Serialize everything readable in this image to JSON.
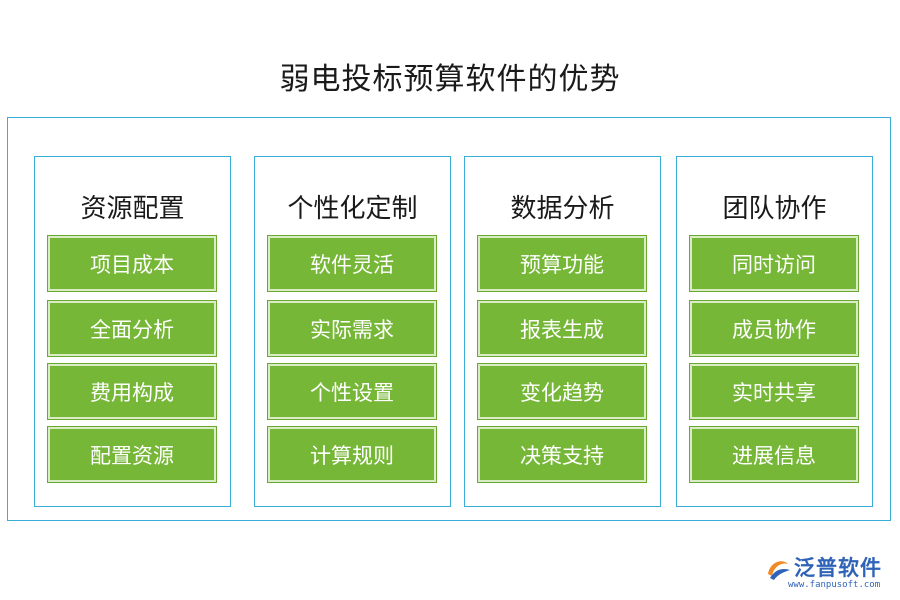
{
  "title": "弱电投标预算软件的优势",
  "colors": {
    "frame_border": "#3aaed8",
    "item_fill": "#76b737",
    "item_text": "#ffffff",
    "heading_text": "#1a1a1a",
    "logo_blue": "#2f63b8",
    "logo_orange": "#f08a24"
  },
  "columns": [
    {
      "heading": "资源配置",
      "items": [
        "项目成本",
        "全面分析",
        "费用构成",
        "配置资源"
      ]
    },
    {
      "heading": "个性化定制",
      "items": [
        "软件灵活",
        "实际需求",
        "个性设置",
        "计算规则"
      ]
    },
    {
      "heading": "数据分析",
      "items": [
        "预算功能",
        "报表生成",
        "变化趋势",
        "决策支持"
      ]
    },
    {
      "heading": "团队协作",
      "items": [
        "同时访问",
        "成员协作",
        "实时共享",
        "进展信息"
      ]
    }
  ],
  "logo": {
    "icon": "fanpu-logo-icon",
    "name": "泛普软件",
    "url": "www.fanpusoft.com"
  }
}
